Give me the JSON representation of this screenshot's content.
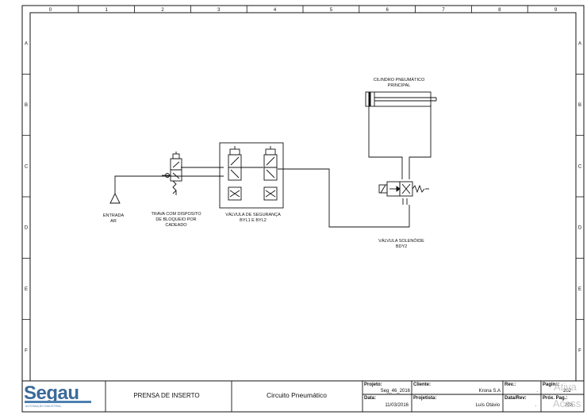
{
  "grid": {
    "columns": [
      "0",
      "1",
      "2",
      "3",
      "4",
      "5",
      "6",
      "7",
      "8",
      "9"
    ],
    "rows": [
      "A",
      "B",
      "C",
      "D",
      "E",
      "F"
    ]
  },
  "labels": {
    "inlet": [
      "ENTRADA",
      "AR"
    ],
    "lockout_valve": [
      "TRAVA COM DISPOSITO",
      "DE BLOQUEIO POR",
      "CADEADO"
    ],
    "safety_valve": [
      "VÁLVULA DE SEGURANÇA",
      "BYL1 E BYL2"
    ],
    "cylinder": [
      "CILINDRO PNEUMÁTICO",
      "PRINCIPAL"
    ],
    "solenoid_valve": [
      "VÁLVULA SOLENÓIDE",
      "BDY2"
    ]
  },
  "title_block": {
    "logo": "Segau",
    "logo_tagline": "AUTOMAÇÃO INDUSTRIAL",
    "drawing_title": "PRENSA DE INSERTO",
    "drawing_subject": "Circuito Pneumático",
    "project_label": "Projeto:",
    "project_value": "Seg_46_2016",
    "client_label": "Cliente:",
    "client_value": "Krona S.A",
    "rev_label": "Rev.:",
    "rev_value": ".",
    "page_label": "Pagina:",
    "page_value": "202",
    "date_label": "Data:",
    "date_value": "11/03/2016",
    "designer_label": "Projetista:",
    "designer_value": "Luís Otávio",
    "rev_date_label": "Data/Rev:",
    "rev_date_value": ".",
    "next_page_label": "Próx. Pag.:",
    "next_page_value": "203"
  },
  "watermark": [
    "Ativa",
    "Acess"
  ],
  "colors": {
    "line": "#111111",
    "logo_blue": "#3a6a9a",
    "logo_tag": "#4e7fb0",
    "watermark": "#c8c8c8"
  }
}
